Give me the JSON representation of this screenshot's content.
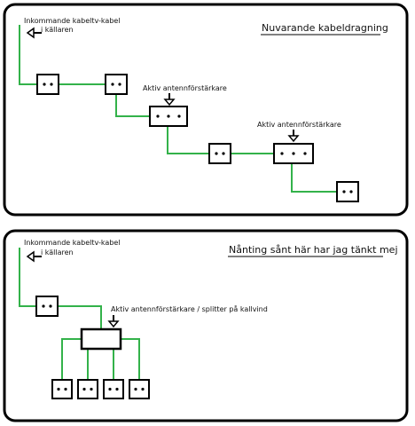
{
  "colors": {
    "background": "#ffffff",
    "frame": "#000000",
    "cable": "#33b24a"
  },
  "panels": [
    {
      "title": "Nuvarande kabeldragning",
      "incoming_label_line1": "Inkommande kabeltv-kabel",
      "incoming_label_line2": "i källaren",
      "amplifier_labels": [
        "Aktiv antennförstärkare",
        "Aktiv antennförstärkare"
      ],
      "icons": [
        "arrow-left-icon",
        "arrow-down-icon"
      ]
    },
    {
      "title": "Nånting sånt här har jag tänkt mej",
      "incoming_label_line1": "Inkommande kabeltv-kabel",
      "incoming_label_line2": "i källaren",
      "amplifier_labels": [
        "Aktiv antennförstärkare / splitter på kallvind"
      ],
      "icons": [
        "arrow-left-icon",
        "arrow-down-icon"
      ]
    }
  ]
}
